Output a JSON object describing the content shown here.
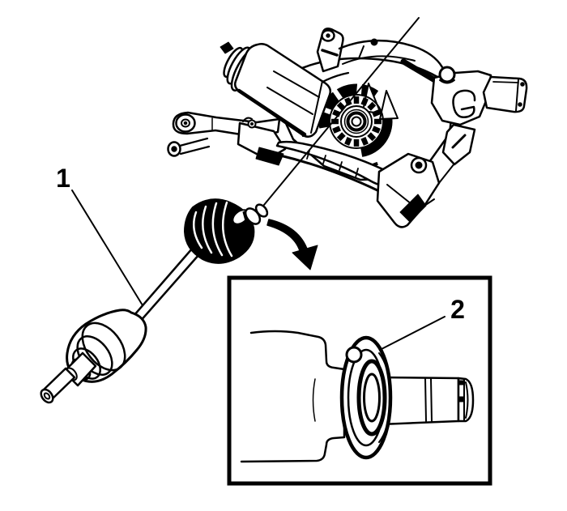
{
  "figure": {
    "type": "technical-illustration",
    "background_color": "#ffffff",
    "line_color": "#000000",
    "callouts": [
      {
        "label": "1"
      },
      {
        "label": "2"
      }
    ],
    "icons": {
      "detail_arrow": "curved-arrow-into-inset"
    }
  }
}
